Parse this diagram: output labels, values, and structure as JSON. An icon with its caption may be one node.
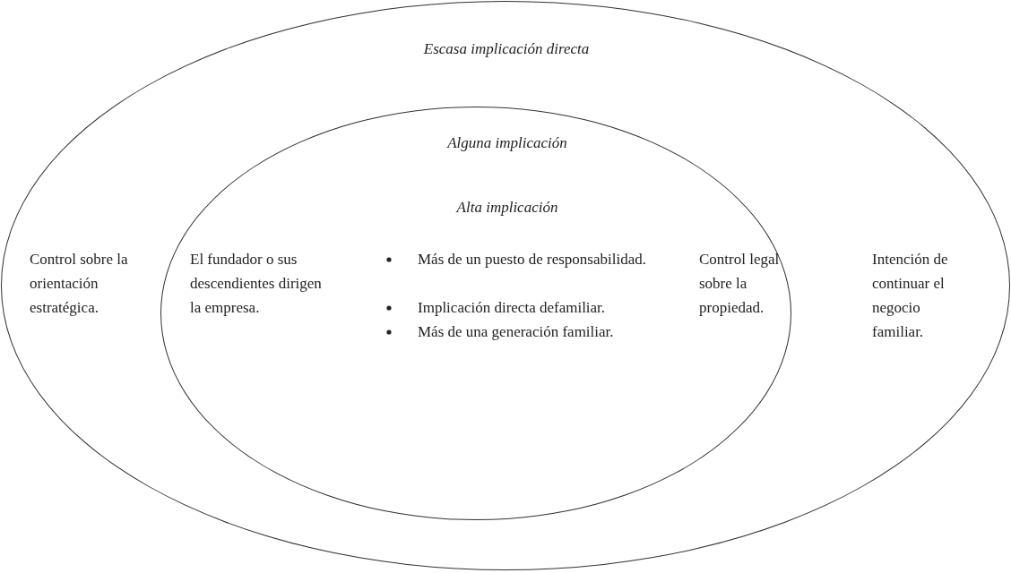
{
  "diagram": {
    "nodes": [
      {
        "text": [
          "Escasa implicación directa"
        ]
      },
      {
        "text": [
          "Alguna implicación",
          "Alta implicación"
        ],
        "in": 0
      }
    ],
    "labels": [
      "Control sobre la orientación estratégica.",
      "El fundador o sus descendientes dirigen la empresa.",
      "Más de un puesto de responsabilidad.",
      "Implicación directa defamiliar.",
      "Más de una generación familiar.",
      "Control legal sobre la propiedad.",
      "Intención de continuar el negocio familiar."
    ]
  }
}
